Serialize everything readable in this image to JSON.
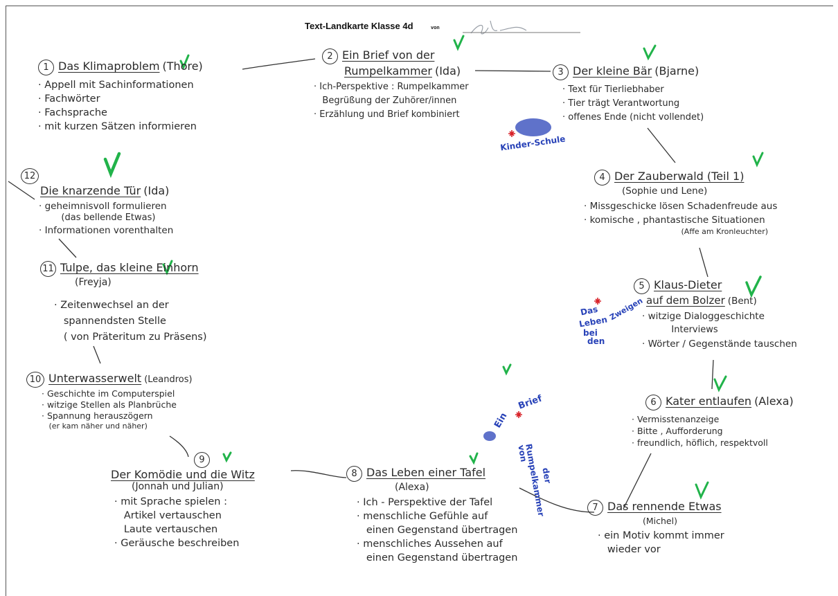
{
  "header": {
    "title": "Text-Landkarte Klasse 4d",
    "von_label": "von",
    "signature_note": "handwritten signature"
  },
  "nodes": [
    {
      "num": "1",
      "title": "Das Klimaproblem",
      "author": "(Thore)",
      "items": [
        "Appell mit Sachinformationen",
        "Fachwörter",
        "Fachsprache",
        "mit kurzen  Sätzen informieren"
      ]
    },
    {
      "num": "2",
      "title_line1": "Ein Brief von der",
      "title_line2": "Rumpelkammer",
      "author": "(Ida)",
      "items": [
        "Ich-Perspektive : Rumpelkammer",
        "Begrüßung der Zuhörer/innen",
        "Erzählung und Brief kombiniert"
      ]
    },
    {
      "num": "3",
      "title": "Der kleine Bär",
      "author": "(Bjarne)",
      "items": [
        "Text für Tierliebhaber",
        "Tier trägt Verantwortung",
        "offenes Ende (nicht vollendet)"
      ]
    },
    {
      "num": "4",
      "title": "Der Zauberwald (Teil 1)",
      "author": "(Sophie  und  Lene)",
      "items": [
        "Missgeschicke lösen Schadenfreude aus",
        "komische , phantastische Situationen",
        "(Affe am Kronleuchter)"
      ]
    },
    {
      "num": "5",
      "title_line1": "Klaus-Dieter",
      "title_line2": "auf dem Bolzer",
      "author": "(Bent)",
      "items": [
        "witzige Dialoggeschichte",
        "Interviews",
        "Wörter / Gegenstände tauschen"
      ]
    },
    {
      "num": "6",
      "title": "Kater entlaufen",
      "author": "(Alexa)",
      "items": [
        "Vermisstenanzeige",
        "Bitte , Aufforderung",
        "freundlich, höflich, respektvoll"
      ]
    },
    {
      "num": "7",
      "title": "Das rennende Etwas",
      "author": "(Michel)",
      "items": [
        "ein Motiv kommt immer",
        "wieder vor"
      ]
    },
    {
      "num": "8",
      "title": "Das Leben einer Tafel",
      "author": "(Alexa)",
      "items": [
        "Ich - Perspektive der Tafel",
        "menschliche Gefühle auf",
        "einen Gegenstand übertragen",
        "menschliches Aussehen auf",
        "einen Gegenstand übertragen"
      ]
    },
    {
      "num": "9",
      "title": "Der Komödie und die Witz",
      "author": "(Jonnah  und  Julian)",
      "items": [
        "mit Sprache spielen :",
        "Artikel  vertauschen",
        "Laute  vertauschen",
        "Geräusche beschreiben"
      ]
    },
    {
      "num": "10",
      "title": "Unterwasserwelt",
      "author": "(Leandros)",
      "items": [
        "Geschichte im Computerspiel",
        "witzige Stellen als Planbrüche",
        "Spannung herauszögern",
        "(er kam näher und näher)"
      ]
    },
    {
      "num": "11",
      "title": "Tulpe, das kleine Einhorn",
      "author": "(Freyja)",
      "items": [
        "Zeitenwechsel an der",
        "spannendsten  Stelle",
        "( von Präteritum zu Präsens)"
      ]
    },
    {
      "num": "12",
      "title": "Die knarzende Tür",
      "author": "(Ida)",
      "items": [
        "geheimnisvoll formulieren",
        "(das bellende Etwas)",
        "Informationen vorenthalten"
      ]
    }
  ],
  "annotations": {
    "kinder_schule": [
      "Kinder-Schule"
    ],
    "das_leben_bei_den_zweigen": [
      "Das",
      "Leben",
      "bei",
      "den",
      "Zweigen"
    ],
    "ein_brief_von_der_rumpelkammer": [
      "Ein",
      "Brief",
      "von",
      "der",
      "Rumpelkammer"
    ]
  },
  "colors": {
    "ink": "#2a2a2a",
    "check": "#21b34a",
    "blue_pen": "#2943b8",
    "red_star": "#d8232a"
  }
}
